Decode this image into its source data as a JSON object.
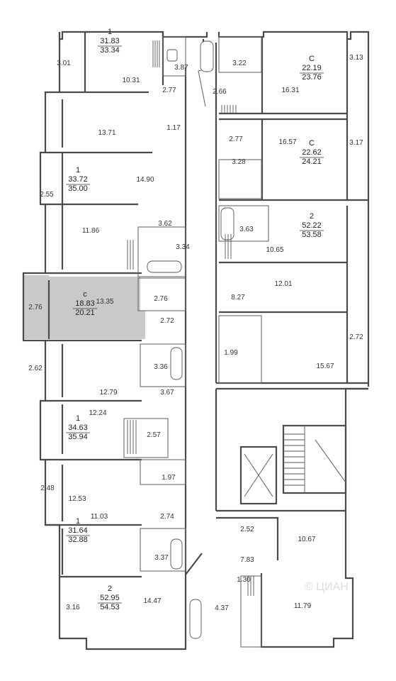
{
  "colors": {
    "wall": "#4a4a4a",
    "highlight": "#c9c9c9",
    "background": "#ffffff"
  },
  "watermark": "© ЦИАН",
  "apartments": [
    {
      "id": "apt-1",
      "rooms": "1",
      "living_area": "31.83",
      "total_area": "33.34"
    },
    {
      "id": "apt-2",
      "rooms": "С",
      "living_area": "22.19",
      "total_area": "23.76"
    },
    {
      "id": "apt-3",
      "rooms": "С",
      "living_area": "22.62",
      "total_area": "24.21"
    },
    {
      "id": "apt-4",
      "rooms": "1",
      "living_area": "33.72",
      "total_area": "35.00"
    },
    {
      "id": "apt-5",
      "rooms": "2",
      "living_area": "52.22",
      "total_area": "53.58"
    },
    {
      "id": "apt-6",
      "rooms": "с",
      "living_area": "18.83",
      "total_area": "20.21",
      "highlighted": true
    },
    {
      "id": "apt-7",
      "rooms": "1",
      "living_area": "34.63",
      "total_area": "35.94"
    },
    {
      "id": "apt-8",
      "rooms": "1",
      "living_area": "31.64",
      "total_area": "32.88"
    },
    {
      "id": "apt-9",
      "rooms": "2",
      "living_area": "52.95",
      "total_area": "54.53"
    }
  ],
  "room_areas": [
    "3.01",
    "10.31",
    "3.87",
    "2.77",
    "3.22",
    "2.66",
    "16.31",
    "3.13",
    "13.71",
    "1.17",
    "2.77",
    "16.57",
    "3.28",
    "3.17",
    "2.55",
    "14.90",
    "3.62",
    "3.63",
    "10.65",
    "11.86",
    "3.34",
    "12.01",
    "8.27",
    "2.76",
    "13.35",
    "2.76",
    "2.72",
    "2.62",
    "3.36",
    "1.99",
    "15.67",
    "2.72",
    "12.79",
    "3.67",
    "12.24",
    "2.57",
    "2.48",
    "1.97",
    "12.53",
    "2.74",
    "11.03",
    "2.52",
    "10.67",
    "3.37",
    "7.83",
    "1.30",
    "3.16",
    "14.47",
    "4.37",
    "11.79"
  ]
}
